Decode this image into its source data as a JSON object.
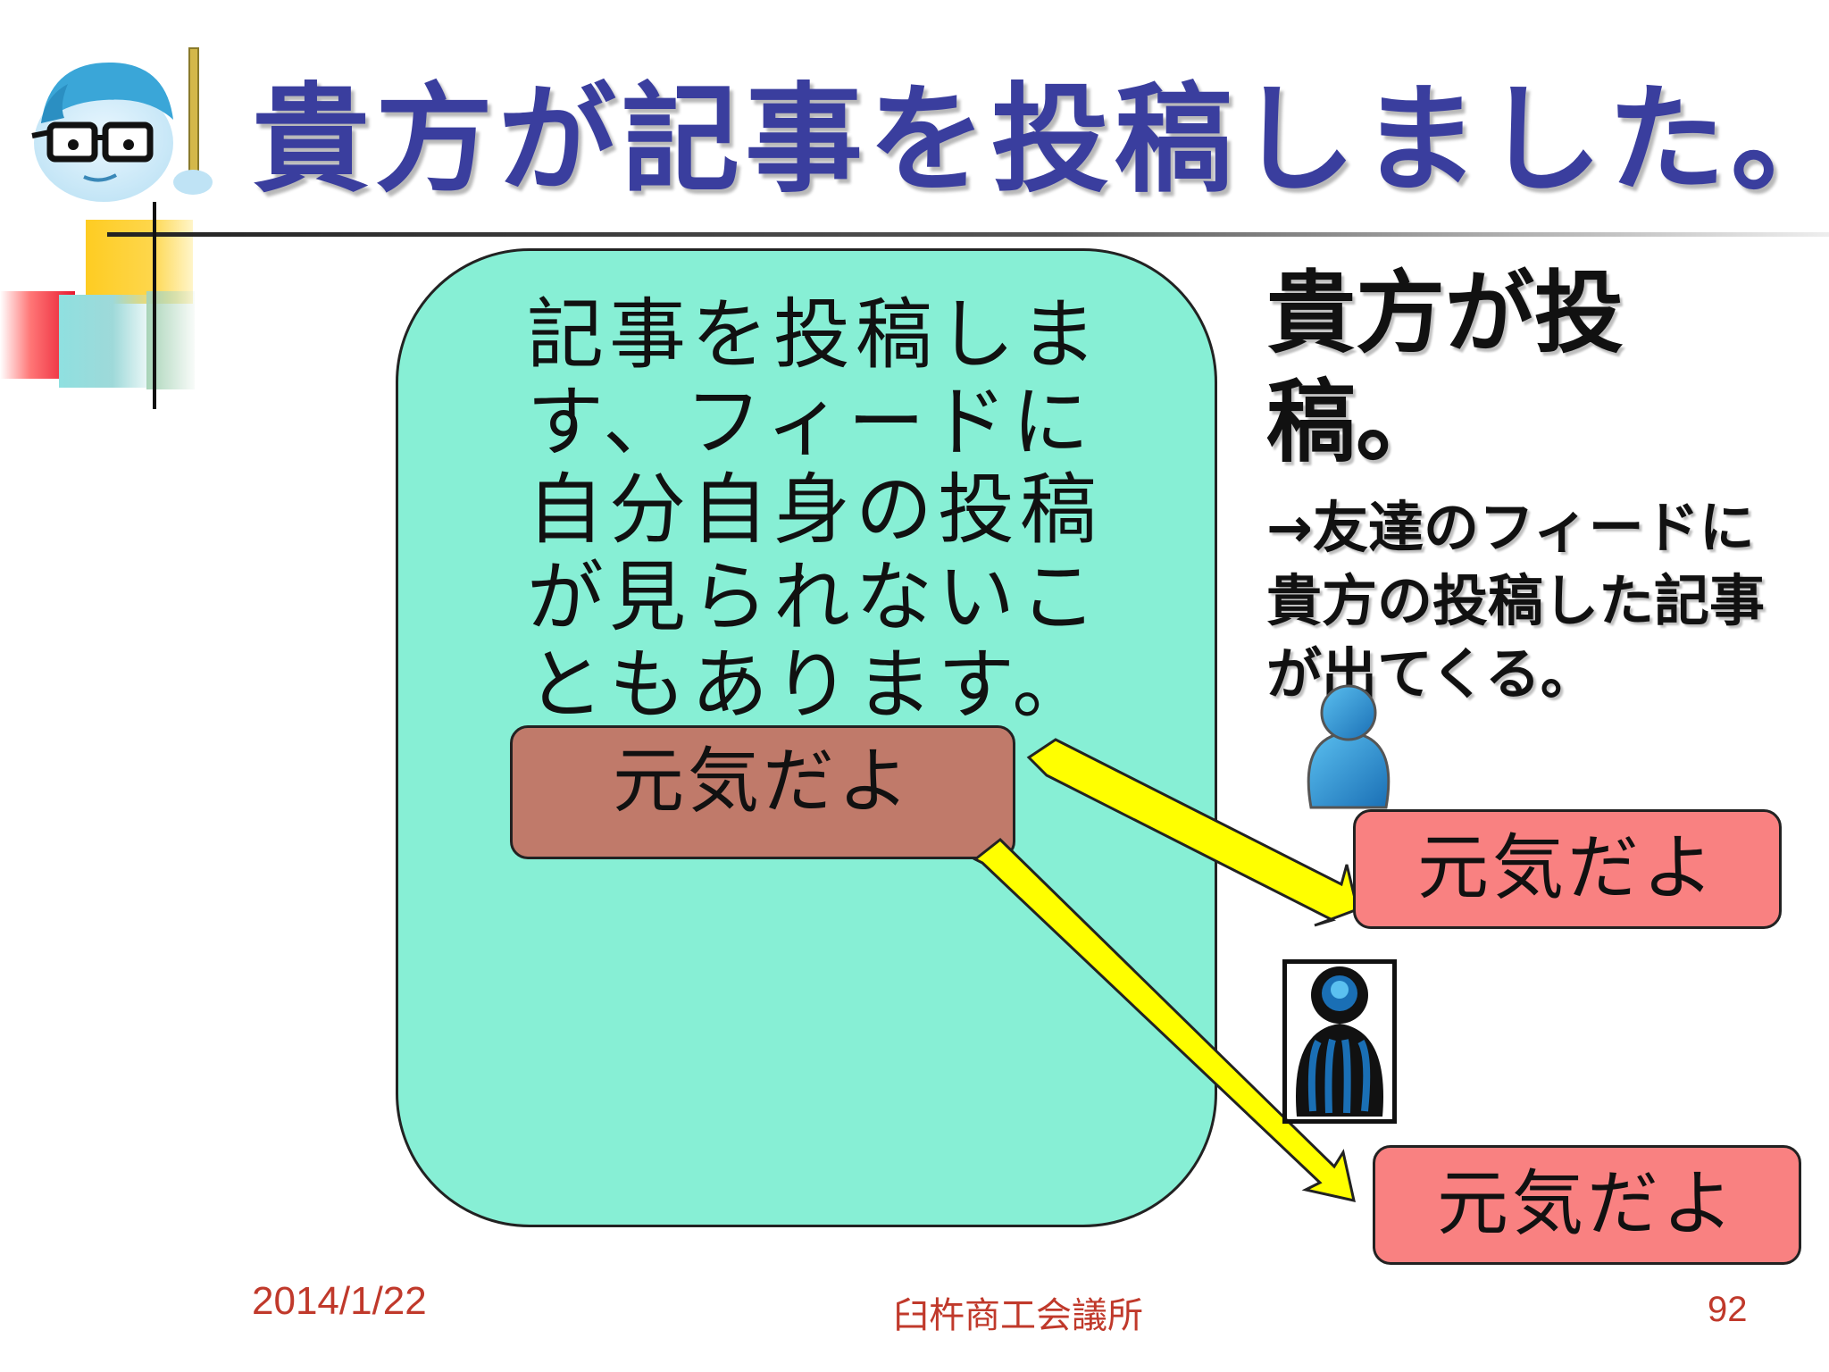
{
  "slide": {
    "title": "貴方が記事を投稿しました。",
    "panel_text": "記事を投稿します、フィードに自分自身の投稿が見られないこともあります。",
    "own_post": "元気だよ",
    "side_heading": "貴方が投稿。",
    "side_note": "→友達のフィードに貴方の投稿した記事が出てくる。",
    "friend_posts": [
      "元気だよ",
      "元気だよ"
    ]
  },
  "footer": {
    "date": "2014/1/22",
    "organization": "臼杵商工会議所",
    "page_number": "92"
  },
  "colors": {
    "title": "#3a3e9e",
    "panel": "#87efd5",
    "own_post": "#c07a6a",
    "friend_post": "#f98181",
    "arrow": "#ffff00",
    "footer": "#c0392b"
  },
  "icons": {
    "mascot": "teacher-mascot-icon",
    "friend_1": "person-icon",
    "friend_2": "person-icon"
  }
}
